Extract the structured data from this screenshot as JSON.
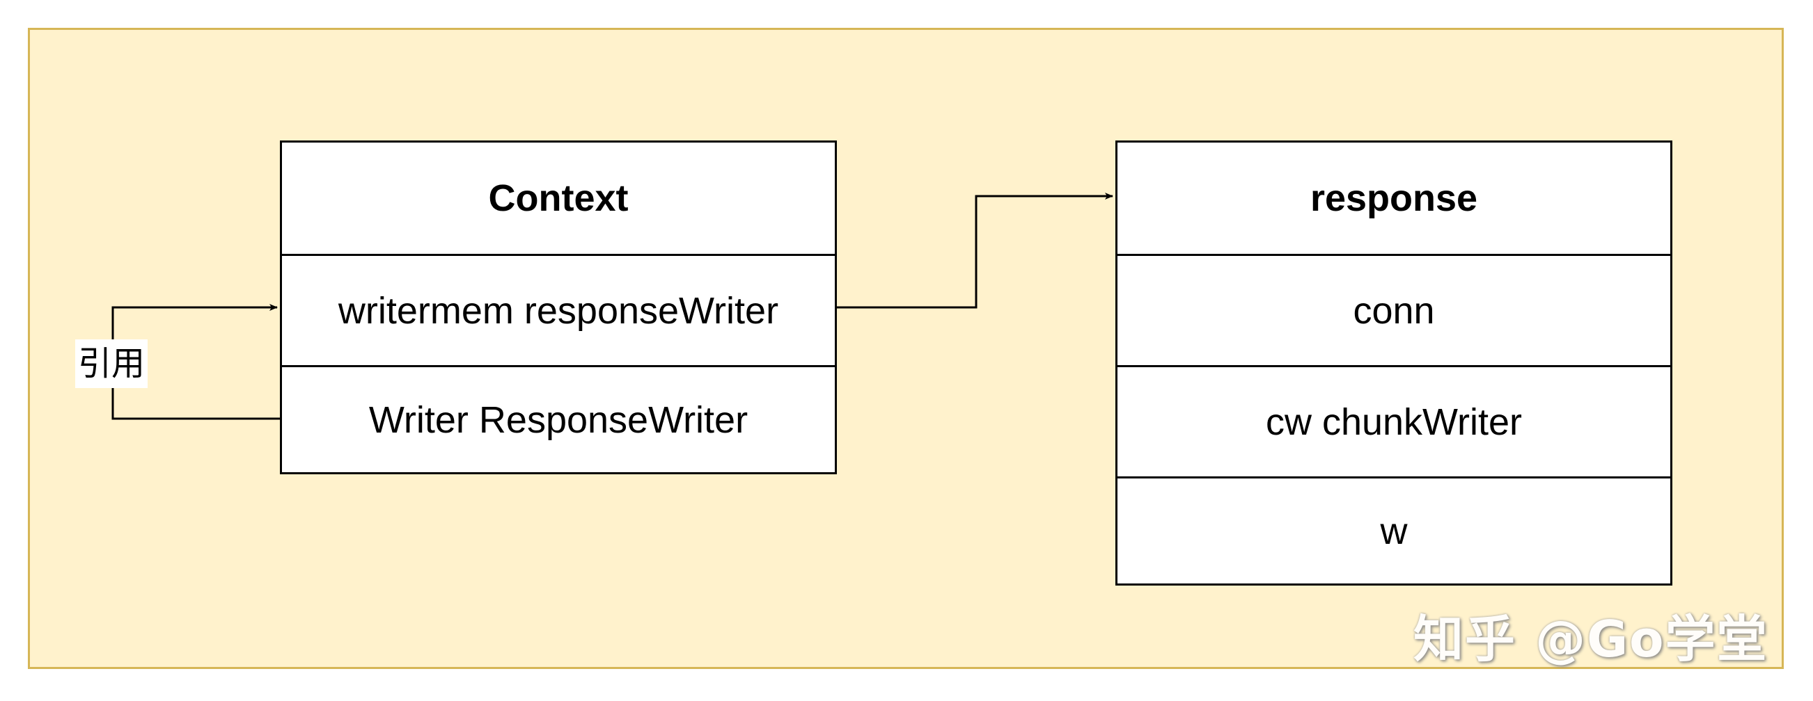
{
  "colors": {
    "canvas_fill": "#fff2cc",
    "canvas_border": "#d6b656",
    "box_fill": "#ffffff",
    "line": "#000000"
  },
  "context_box": {
    "title": "Context",
    "rows": [
      "writermem responseWriter",
      "Writer ResponseWriter"
    ]
  },
  "response_box": {
    "title": "response",
    "rows": [
      "conn",
      "cw chunkWriter",
      "w"
    ]
  },
  "self_reference_label": "引用",
  "watermark": "知乎 @Go学堂"
}
